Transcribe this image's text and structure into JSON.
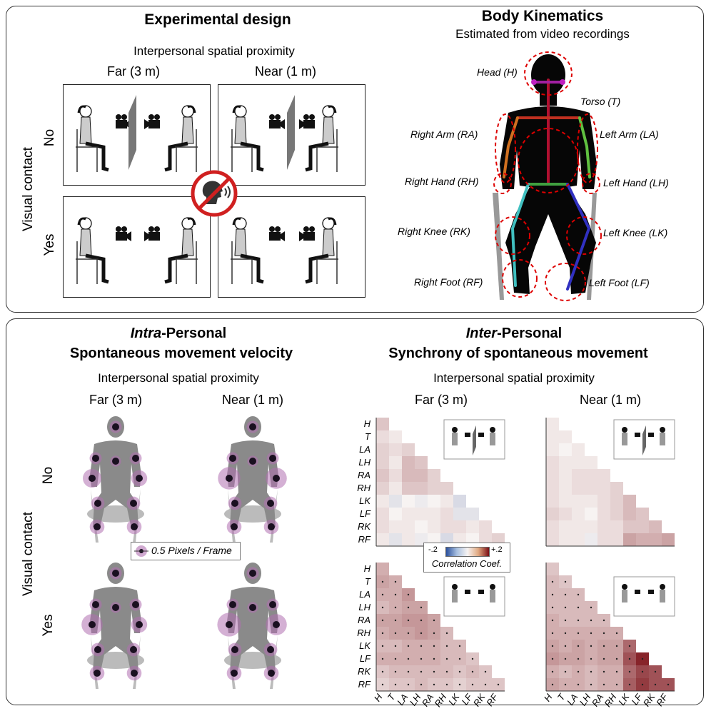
{
  "top": {
    "design_title": "Experimental design",
    "design_subtitle": "Interpersonal spatial proximity",
    "col_far": "Far (3 m)",
    "col_near": "Near (1 m)",
    "row_axis": "Visual contact",
    "row_no": "No",
    "row_yes": "Yes",
    "kin_title": "Body Kinematics",
    "kin_subtitle": "Estimated from video recordings",
    "body_parts": {
      "head": "Head (H)",
      "torso": "Torso (T)",
      "right_arm": "Right Arm (RA)",
      "left_arm": "Left Arm (LA)",
      "right_hand": "Right Hand (RH)",
      "left_hand": "Left Hand (LH)",
      "right_knee": "Right Knee (RK)",
      "left_knee": "Left Knee (LK)",
      "right_foot": "Right Foot (RF)",
      "left_foot": "Left Foot (LF)"
    }
  },
  "bottom": {
    "intra_title_em": "Intra",
    "intra_title_rest": "-Personal",
    "intra_title2": "Spontaneous movement velocity",
    "intra_subtitle": "Interpersonal spatial proximity",
    "col_far": "Far (3 m)",
    "col_near": "Near (1 m)",
    "row_axis": "Visual contact",
    "row_no": "No",
    "row_yes": "Yes",
    "velocity_legend": "0.5 Pixels / Frame",
    "inter_title_em": "Inter",
    "inter_title_rest": "-Personal",
    "inter_title2": "Synchrony of spontaneous movement",
    "inter_subtitle": "Interpersonal spatial proximity",
    "inter_col_far": "Far (3 m)",
    "inter_col_near": "Near (1 m)",
    "colorbar_min": "-.2",
    "colorbar_max": "+.2",
    "colorbar_label": "Correlation Coef."
  },
  "colors": {
    "negative": "#2a4f9c",
    "zero": "#f7f3f2",
    "positive": "#7a0d14",
    "silhouette": "#8a8a8a",
    "marker": "#1a1020",
    "prohibit": "#d02020"
  },
  "chart_data": [
    {
      "type": "heatmap",
      "title": "Far (3 m) / No",
      "row_labels": [
        "H",
        "T",
        "LA",
        "LH",
        "RA",
        "RH",
        "LK",
        "LF",
        "RK",
        "RF"
      ],
      "col_labels": [
        "H",
        "T",
        "LA",
        "LH",
        "RA",
        "RH",
        "LK",
        "LF",
        "RK",
        "RF"
      ],
      "shape": "lower-triangle",
      "values": [
        [
          0.04
        ],
        [
          0.02,
          0.01
        ],
        [
          0.03,
          0.02,
          0.03
        ],
        [
          0.03,
          0.01,
          0.05,
          0.04
        ],
        [
          0.04,
          0.02,
          0.05,
          0.05,
          0.03
        ],
        [
          0.03,
          0.01,
          0.04,
          0.04,
          0.03,
          0.03
        ],
        [
          0.01,
          -0.02,
          0.0,
          -0.01,
          0.0,
          0.01,
          -0.03
        ],
        [
          0.02,
          0.0,
          0.01,
          0.01,
          0.01,
          0.02,
          -0.02,
          -0.02
        ],
        [
          0.02,
          0.01,
          0.01,
          0.0,
          0.01,
          0.02,
          0.02,
          0.01,
          0.02
        ],
        [
          0.01,
          -0.02,
          0.01,
          -0.01,
          0.0,
          -0.03,
          0.01,
          0.0,
          0.02,
          0.03
        ]
      ],
      "significant": [],
      "clim": [
        -0.2,
        0.2
      ]
    },
    {
      "type": "heatmap",
      "title": "Near (1 m) / No",
      "row_labels": [
        "H",
        "T",
        "LA",
        "LH",
        "RA",
        "RH",
        "LK",
        "LF",
        "RK",
        "RF"
      ],
      "col_labels": [
        "H",
        "T",
        "LA",
        "LH",
        "RA",
        "RH",
        "LK",
        "LF",
        "RK",
        "RF"
      ],
      "shape": "lower-triangle",
      "values": [
        [
          0.01
        ],
        [
          0.01,
          0.01
        ],
        [
          0.01,
          0.0,
          0.01
        ],
        [
          0.02,
          0.01,
          0.01,
          0.01
        ],
        [
          0.02,
          0.01,
          0.02,
          0.02,
          0.02
        ],
        [
          0.02,
          0.01,
          0.02,
          0.02,
          0.02,
          0.03
        ],
        [
          0.02,
          0.01,
          0.01,
          0.01,
          0.02,
          0.03,
          0.05
        ],
        [
          0.03,
          0.02,
          0.01,
          0.0,
          0.02,
          0.03,
          0.05,
          0.04
        ],
        [
          0.02,
          0.01,
          0.01,
          0.01,
          0.02,
          0.02,
          0.04,
          0.04,
          0.05
        ],
        [
          0.02,
          0.01,
          0.01,
          -0.01,
          0.02,
          0.02,
          0.07,
          0.06,
          0.06,
          0.07
        ]
      ],
      "significant": [],
      "clim": [
        -0.2,
        0.2
      ]
    },
    {
      "type": "heatmap",
      "title": "Far (3 m) / Yes",
      "row_labels": [
        "H",
        "T",
        "LA",
        "LH",
        "RA",
        "RH",
        "LK",
        "LF",
        "RK",
        "RF"
      ],
      "col_labels": [
        "H",
        "T",
        "LA",
        "LH",
        "RA",
        "RH",
        "LK",
        "LF",
        "RK",
        "RF"
      ],
      "shape": "lower-triangle",
      "values": [
        [
          0.06
        ],
        [
          0.07,
          0.06
        ],
        [
          0.06,
          0.06,
          0.08
        ],
        [
          0.05,
          0.06,
          0.07,
          0.07
        ],
        [
          0.07,
          0.07,
          0.08,
          0.08,
          0.07
        ],
        [
          0.06,
          0.07,
          0.07,
          0.08,
          0.07,
          0.05
        ],
        [
          0.05,
          0.05,
          0.06,
          0.06,
          0.06,
          0.05,
          0.05
        ],
        [
          0.06,
          0.06,
          0.06,
          0.06,
          0.06,
          0.05,
          0.05,
          0.04
        ],
        [
          0.04,
          0.05,
          0.05,
          0.05,
          0.05,
          0.05,
          0.04,
          0.05,
          0.04
        ],
        [
          0.03,
          0.04,
          0.04,
          0.05,
          0.04,
          0.04,
          0.03,
          0.04,
          0.04,
          0.04
        ]
      ],
      "significant": "most cells marked with a dot",
      "clim": [
        -0.2,
        0.2
      ]
    },
    {
      "type": "heatmap",
      "title": "Near (1 m) / Yes",
      "row_labels": [
        "H",
        "T",
        "LA",
        "LH",
        "RA",
        "RH",
        "LK",
        "LF",
        "RK",
        "RF"
      ],
      "col_labels": [
        "H",
        "T",
        "LA",
        "LH",
        "RA",
        "RH",
        "LK",
        "LF",
        "RK",
        "RF"
      ],
      "shape": "lower-triangle",
      "values": [
        [
          0.04
        ],
        [
          0.05,
          0.04
        ],
        [
          0.05,
          0.05,
          0.05
        ],
        [
          0.05,
          0.05,
          0.05,
          0.05
        ],
        [
          0.06,
          0.05,
          0.05,
          0.05,
          0.05
        ],
        [
          0.06,
          0.06,
          0.06,
          0.06,
          0.06,
          0.06
        ],
        [
          0.07,
          0.06,
          0.07,
          0.06,
          0.07,
          0.07,
          0.12
        ],
        [
          0.08,
          0.07,
          0.07,
          0.06,
          0.07,
          0.07,
          0.14,
          0.18
        ],
        [
          0.06,
          0.05,
          0.06,
          0.05,
          0.06,
          0.06,
          0.12,
          0.15,
          0.14
        ],
        [
          0.07,
          0.06,
          0.06,
          0.05,
          0.06,
          0.06,
          0.13,
          0.16,
          0.14,
          0.14
        ]
      ],
      "significant": "most cells marked with a dot",
      "clim": [
        -0.2,
        0.2
      ]
    }
  ]
}
